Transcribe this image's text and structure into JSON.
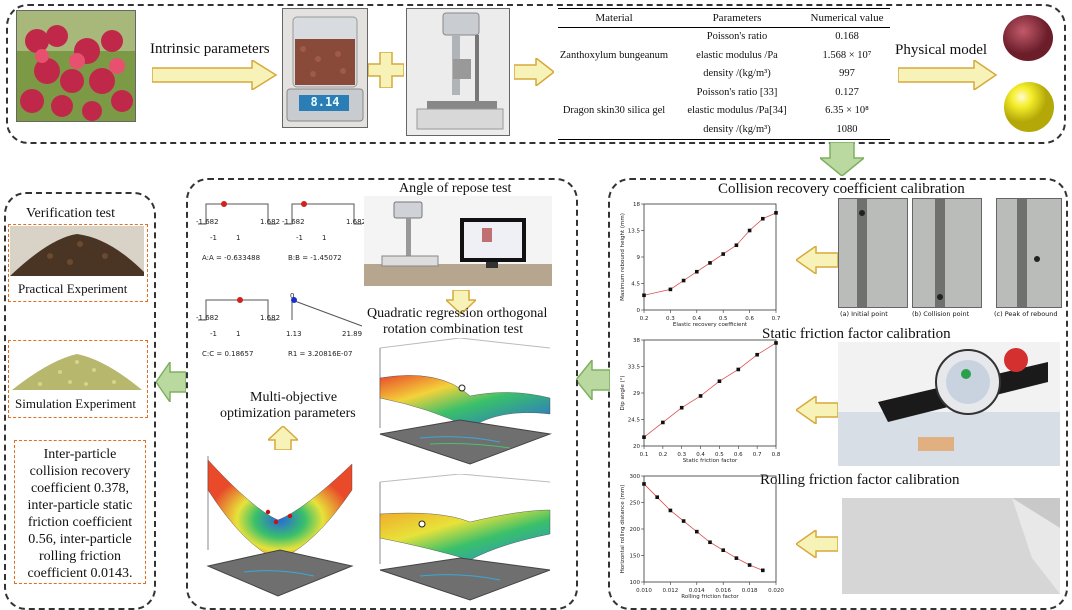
{
  "top": {
    "intrinsic_label": "Intrinsic parameters",
    "scale_reading": "8.14",
    "physical_label": "Physical model",
    "table_headers": [
      "Material",
      "Parameters",
      "Numerical value"
    ],
    "table_rows": [
      {
        "material": "",
        "param": "Poisson's ratio",
        "value": "0.168"
      },
      {
        "material": "Zanthoxylum bungeanum",
        "param": "elastic modulus /Pa",
        "value": "1.568 × 10⁷"
      },
      {
        "material": "",
        "param": "density /(kg/m³)",
        "value": "997"
      },
      {
        "material": "",
        "param": "Poisson's ratio [33]",
        "value": "0.127"
      },
      {
        "material": "Dragon skin30 silica gel",
        "param": "elastic modulus /Pa[34]",
        "value": "6.35 × 10⁸"
      },
      {
        "material": "",
        "param": "density /(kg/m³)",
        "value": "1080"
      }
    ]
  },
  "right": {
    "collision_title": "Collision recovery coefficient calibration",
    "collision_xlabel": "Elastic recovery coefficient",
    "collision_ylabel": "Maximum rebound height (mm)",
    "collision_captions": [
      "(a) Initial point",
      "(b) Collision point",
      "(c) Peak of rebound"
    ],
    "static_title": "Static friction factor calibration",
    "static_xlabel": "Static friction factor",
    "static_ylabel": "Dip angle (°)",
    "rolling_title": "Rolling friction factor calibration",
    "rolling_xlabel": "Rolling friction factor",
    "rolling_ylabel": "Horizontal rolling distance (mm)"
  },
  "middle": {
    "repose_title": "Angle of repose test",
    "quad_title_1": "Quadratic regression orthogonal",
    "quad_title_2": "rotation combination test",
    "multi_title_1": "Multi-objective",
    "multi_title_2": "optimization parameters",
    "panels": [
      {
        "lo": "-1.682",
        "hi": "1.682",
        "m1": "-1",
        "m2": "1",
        "caption": "A:A = -0.633488"
      },
      {
        "lo": "-1.682",
        "hi": "1.682",
        "m1": "-1",
        "m2": "1",
        "caption": "B:B = -1.45072"
      },
      {
        "lo": "-1.682",
        "hi": "1.682",
        "m1": "-1",
        "m2": "1",
        "caption": "C:C = 0.18657"
      },
      {
        "lo": "0",
        "hi": "",
        "m1": "1.13",
        "m2": "21.89",
        "caption": "R1 = 3.20816E-07"
      }
    ]
  },
  "left": {
    "verification_title": "Verification test",
    "practical_label": "Practical Experiment",
    "simulation_label": "Simulation Experiment",
    "conclusion": "Inter-particle collision recovery coefficient 0.378, inter-particle static friction coefficient 0.56, inter-particle rolling friction coefficient 0.0143."
  },
  "chart_data": [
    {
      "type": "line",
      "title": "",
      "xlabel": "Elastic recovery coefficient",
      "ylabel": "Maximum rebound height (mm)",
      "x": [
        0.2,
        0.3,
        0.35,
        0.4,
        0.45,
        0.5,
        0.55,
        0.6,
        0.65,
        0.7
      ],
      "y": [
        2.5,
        3.5,
        5,
        6.5,
        8,
        9.5,
        11,
        13.5,
        15.5,
        16.5
      ],
      "xlim": [
        0.2,
        0.7
      ],
      "ylim": [
        0,
        18
      ],
      "xticks": [
        "0.2",
        "0.3",
        "0.4",
        "0.5",
        "0.6",
        "0.7"
      ]
    },
    {
      "type": "line",
      "title": "",
      "xlabel": "Static friction factor",
      "ylabel": "Dip angle (°)",
      "x": [
        0.1,
        0.2,
        0.3,
        0.4,
        0.5,
        0.6,
        0.7,
        0.8
      ],
      "y": [
        21.5,
        24,
        26.5,
        28.5,
        31,
        33,
        35.5,
        37.5
      ],
      "xlim": [
        0.1,
        0.8
      ],
      "ylim": [
        20,
        38
      ],
      "xticks": [
        "0.1",
        "0.2",
        "0.3",
        "0.4",
        "0.5",
        "0.6",
        "0.7",
        "0.8"
      ]
    },
    {
      "type": "line",
      "title": "",
      "xlabel": "Rolling friction factor",
      "ylabel": "Horizontal rolling distance (mm)",
      "x": [
        0.01,
        0.011,
        0.012,
        0.013,
        0.014,
        0.015,
        0.016,
        0.017,
        0.018,
        0.019
      ],
      "y": [
        285,
        260,
        235,
        215,
        195,
        175,
        160,
        145,
        132,
        122
      ],
      "xlim": [
        0.01,
        0.02
      ],
      "ylim": [
        100,
        300
      ],
      "xticks": [
        "0.010",
        "0.012",
        "0.014",
        "0.016",
        "0.018",
        "0.020"
      ]
    }
  ]
}
